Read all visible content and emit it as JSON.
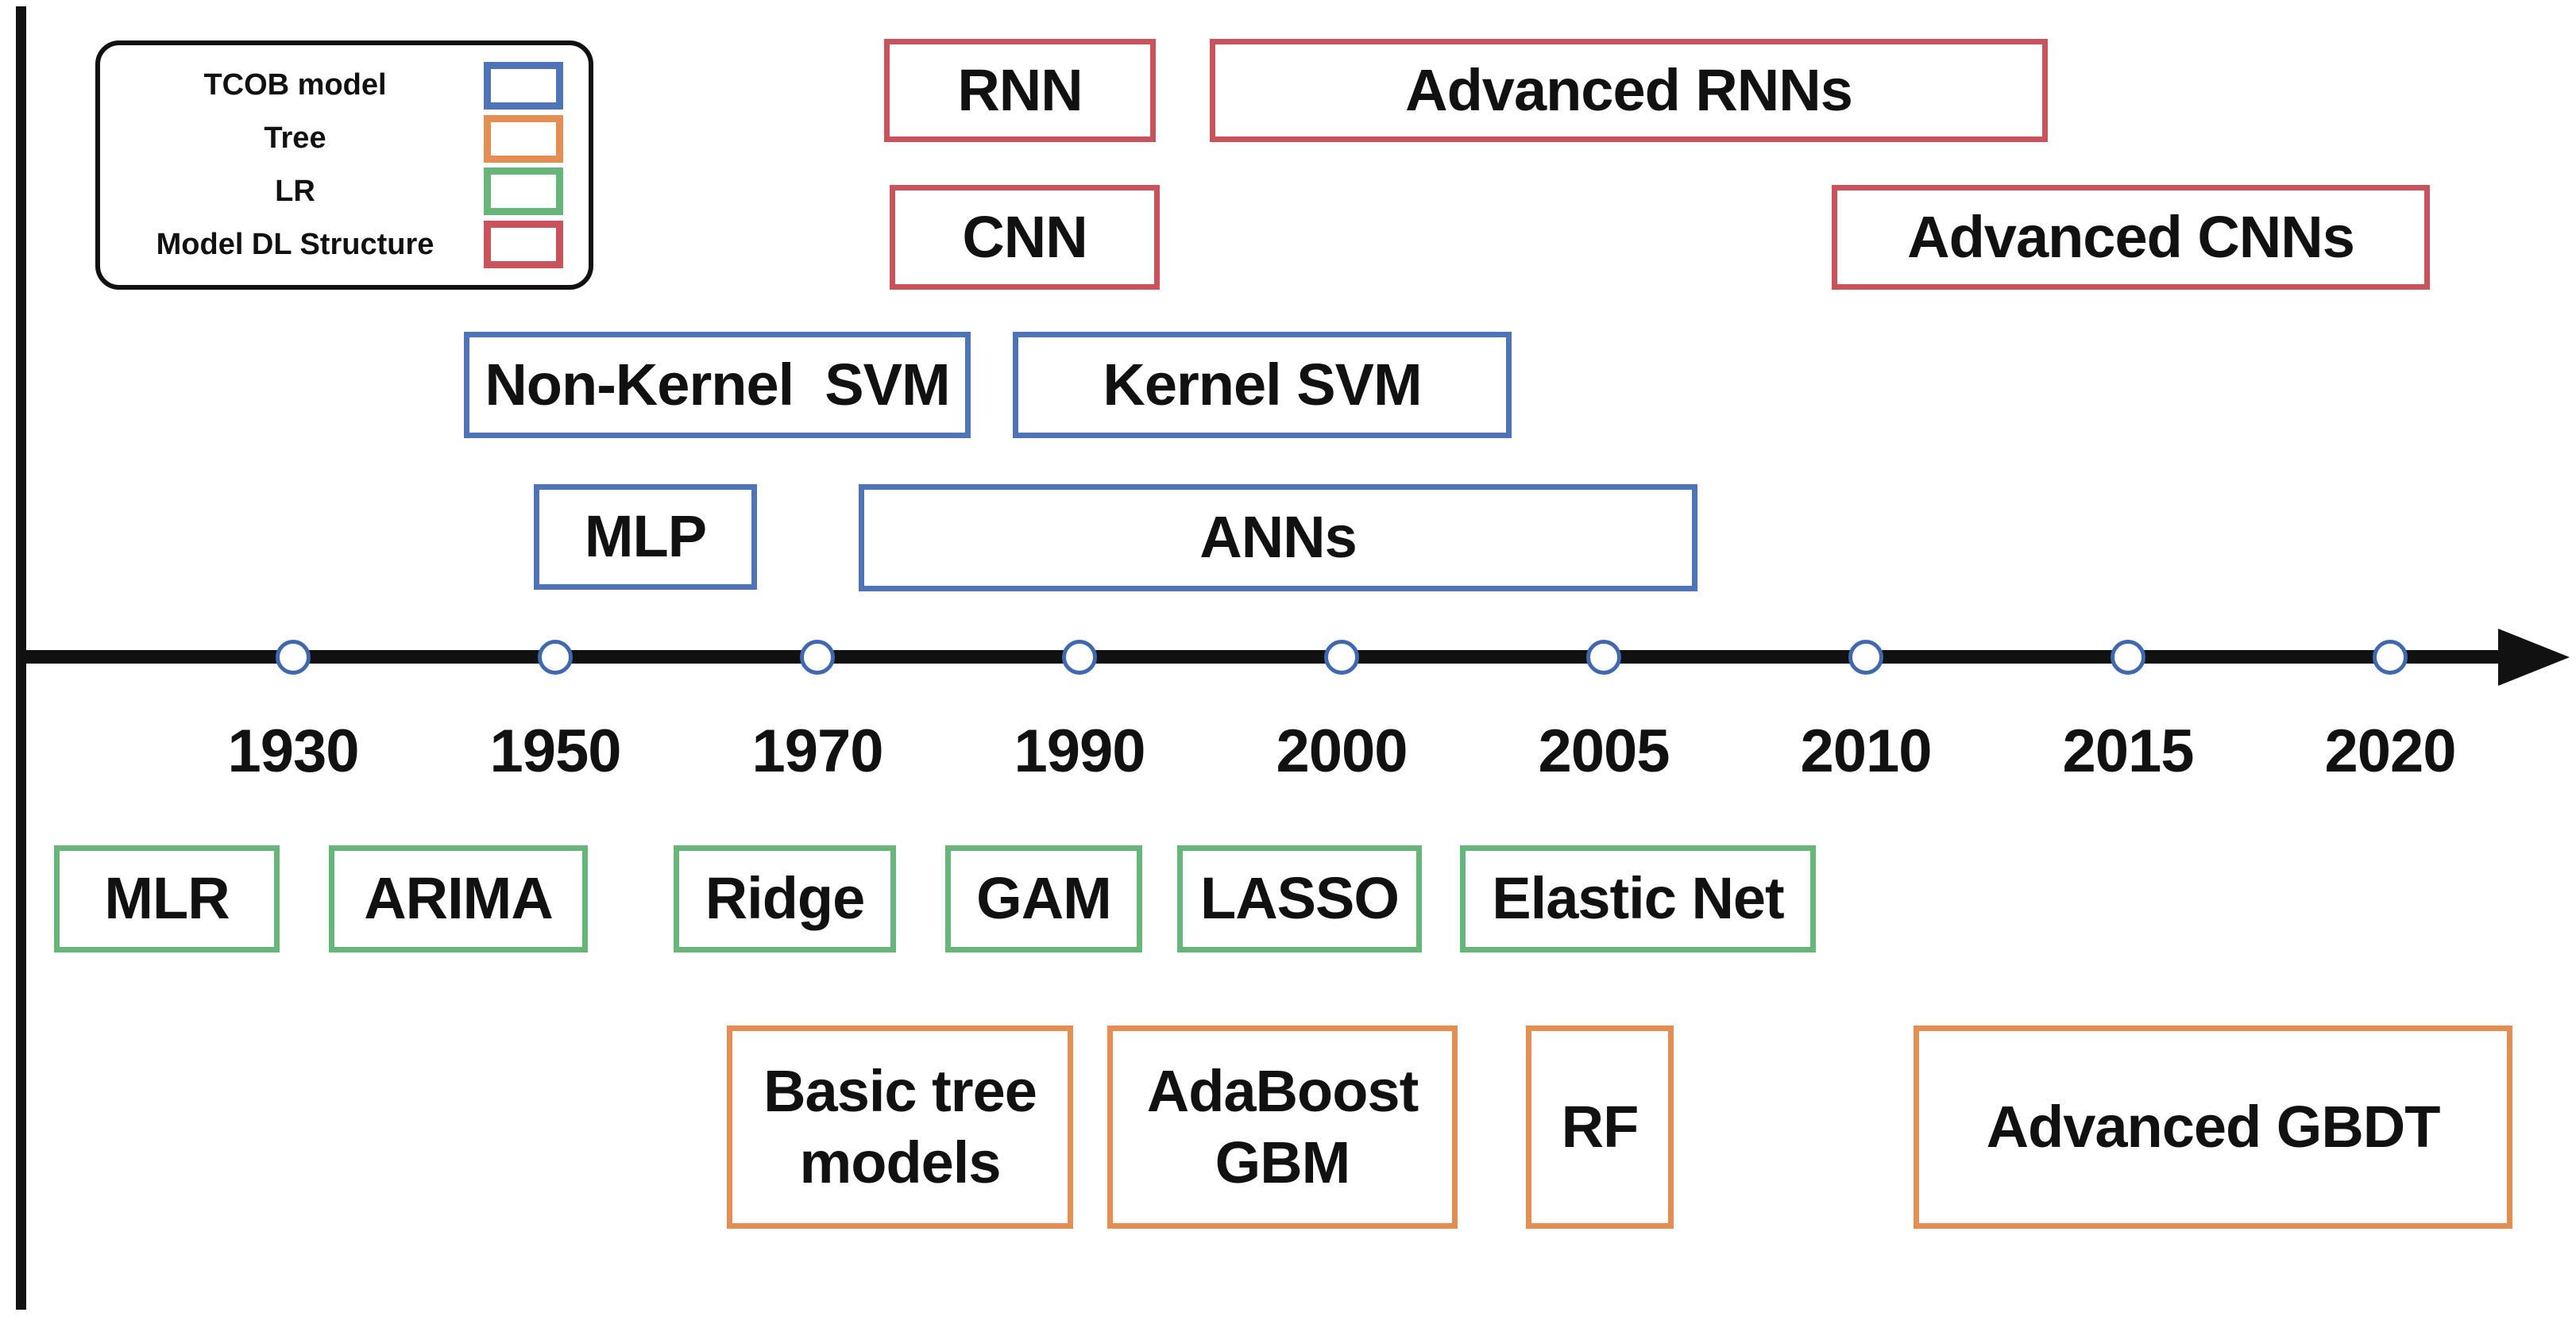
{
  "legend": {
    "items": [
      {
        "label": "TCOB model",
        "color": "#4E74B8"
      },
      {
        "label": "Tree",
        "color": "#E58E54"
      },
      {
        "label": "LR",
        "color": "#68B57A"
      },
      {
        "label": "Model DL Structure",
        "color": "#C9525B"
      }
    ]
  },
  "timeline": {
    "years": [
      "1930",
      "1950",
      "1970",
      "1990",
      "2000",
      "2005",
      "2010",
      "2015",
      "2020"
    ],
    "axis_color": "#111111",
    "marker_stroke": "#3F68B0"
  },
  "colors": {
    "blue": "#4E74B8",
    "orange": "#E58E54",
    "green": "#68B57A",
    "red": "#C9525B",
    "axis": "#111111"
  },
  "boxes": [
    {
      "label": "RNN",
      "category": "Model DL Structure"
    },
    {
      "label": "Advanced RNNs",
      "category": "Model DL Structure"
    },
    {
      "label": "CNN",
      "category": "Model DL Structure"
    },
    {
      "label": "Advanced CNNs",
      "category": "Model DL Structure"
    },
    {
      "label": "Non-Kernel  SVM",
      "category": "TCOB model"
    },
    {
      "label": "Kernel SVM",
      "category": "TCOB model"
    },
    {
      "label": "MLP",
      "category": "TCOB model"
    },
    {
      "label": "ANNs",
      "category": "TCOB model"
    },
    {
      "label": "MLR",
      "category": "LR"
    },
    {
      "label": "ARIMA",
      "category": "LR"
    },
    {
      "label": "Ridge",
      "category": "LR"
    },
    {
      "label": "GAM",
      "category": "LR"
    },
    {
      "label": "LASSO",
      "category": "LR"
    },
    {
      "label": "Elastic Net",
      "category": "LR"
    },
    {
      "label": "Basic tree\nmodels",
      "category": "Tree"
    },
    {
      "label": "AdaBoost\nGBM",
      "category": "Tree"
    },
    {
      "label": "RF",
      "category": "Tree"
    },
    {
      "label": "Advanced GBDT",
      "category": "Tree"
    }
  ]
}
